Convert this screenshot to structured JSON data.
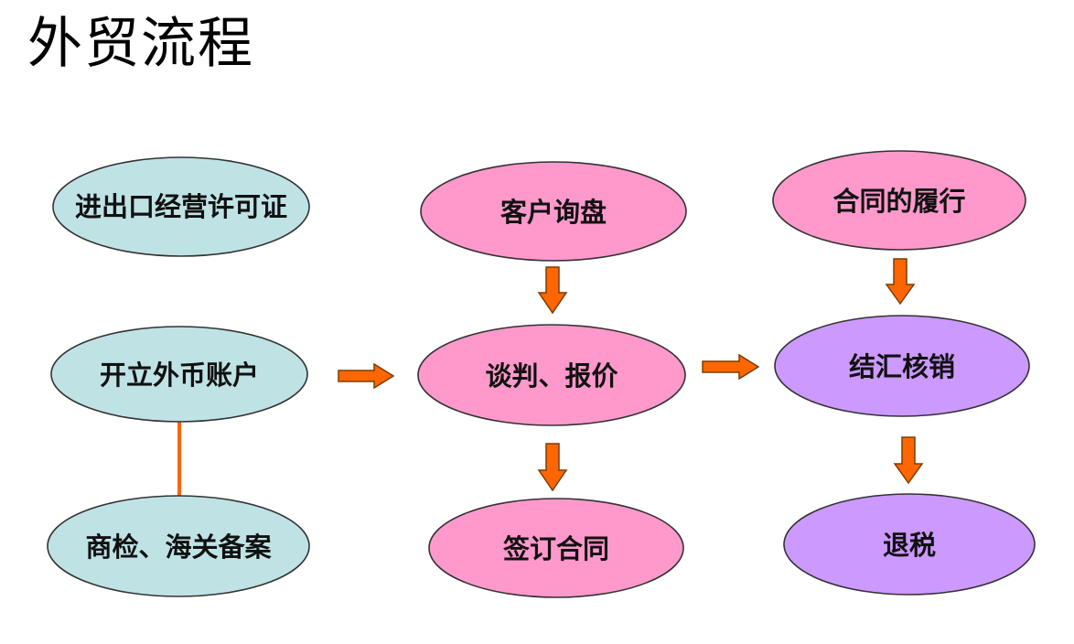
{
  "title": "外贸流程",
  "colors": {
    "cyan_fill": "#bfe3e5",
    "pink_fill": "#ff99cc",
    "purple_fill": "#cc99ff",
    "outline": "#333333",
    "arrow_fill": "#ff6600",
    "arrow_stroke": "#7a3d00",
    "connector": "#ff6600"
  },
  "nodes": {
    "import_export_license": "进出口经营许可证",
    "foreign_currency_account": "开立外币账户",
    "inspection_customs_filing": "商检、海关备案",
    "customer_inquiry": "客户询盘",
    "negotiation_quotation": "谈判、报价",
    "sign_contract": "签订合同",
    "contract_performance": "合同的履行",
    "forex_verification": "结汇核销",
    "tax_refund": "退税"
  }
}
